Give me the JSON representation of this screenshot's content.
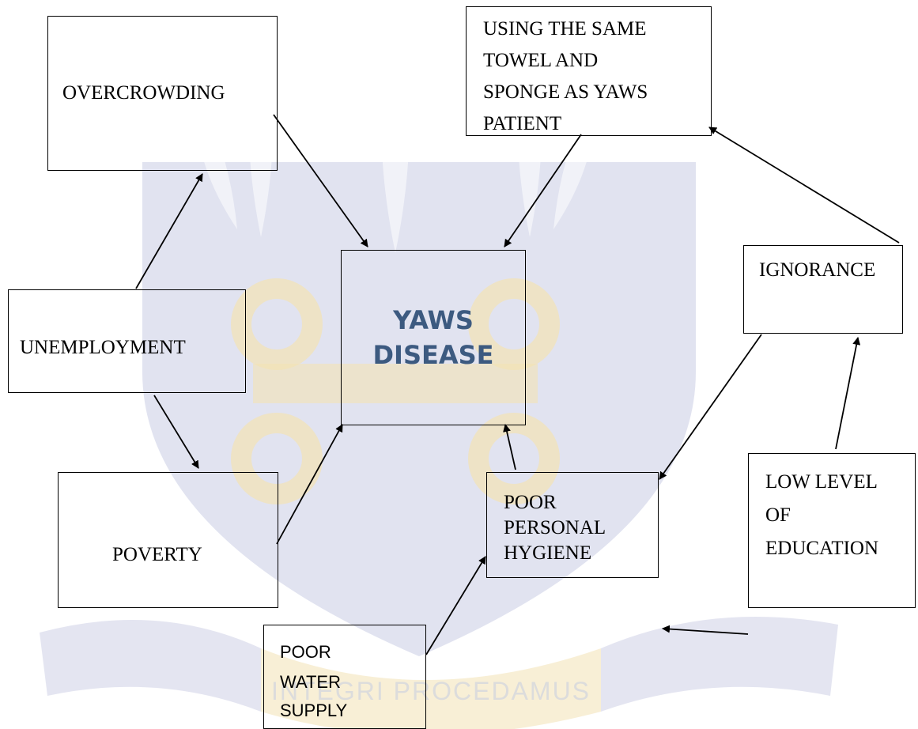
{
  "boxes": {
    "overcrowding": "OVERCROWDING",
    "towel": [
      "USING THE SAME",
      "TOWEL AND",
      "SPONGE AS YAWS",
      "PATIENT"
    ],
    "ignorance": "IGNORANCE",
    "unemployment": "UNEMPLOYMENT",
    "yaws": [
      "YAWS",
      "DISEASE"
    ],
    "poverty": "POVERTY",
    "hygiene": [
      "POOR",
      "PERSONAL",
      "HYGIENE"
    ],
    "education": [
      "LOW LEVEL",
      "OF",
      "EDUCATION"
    ],
    "water": [
      "POOR",
      "WATER",
      "SUPPLY"
    ]
  },
  "watermark": {
    "motto": "INTEGRI PROCEDAMUS"
  },
  "colors": {
    "yaws_text": "#3c5a80",
    "watermark_blue": "#c9cce4",
    "watermark_gold": "#f3e2b4"
  }
}
